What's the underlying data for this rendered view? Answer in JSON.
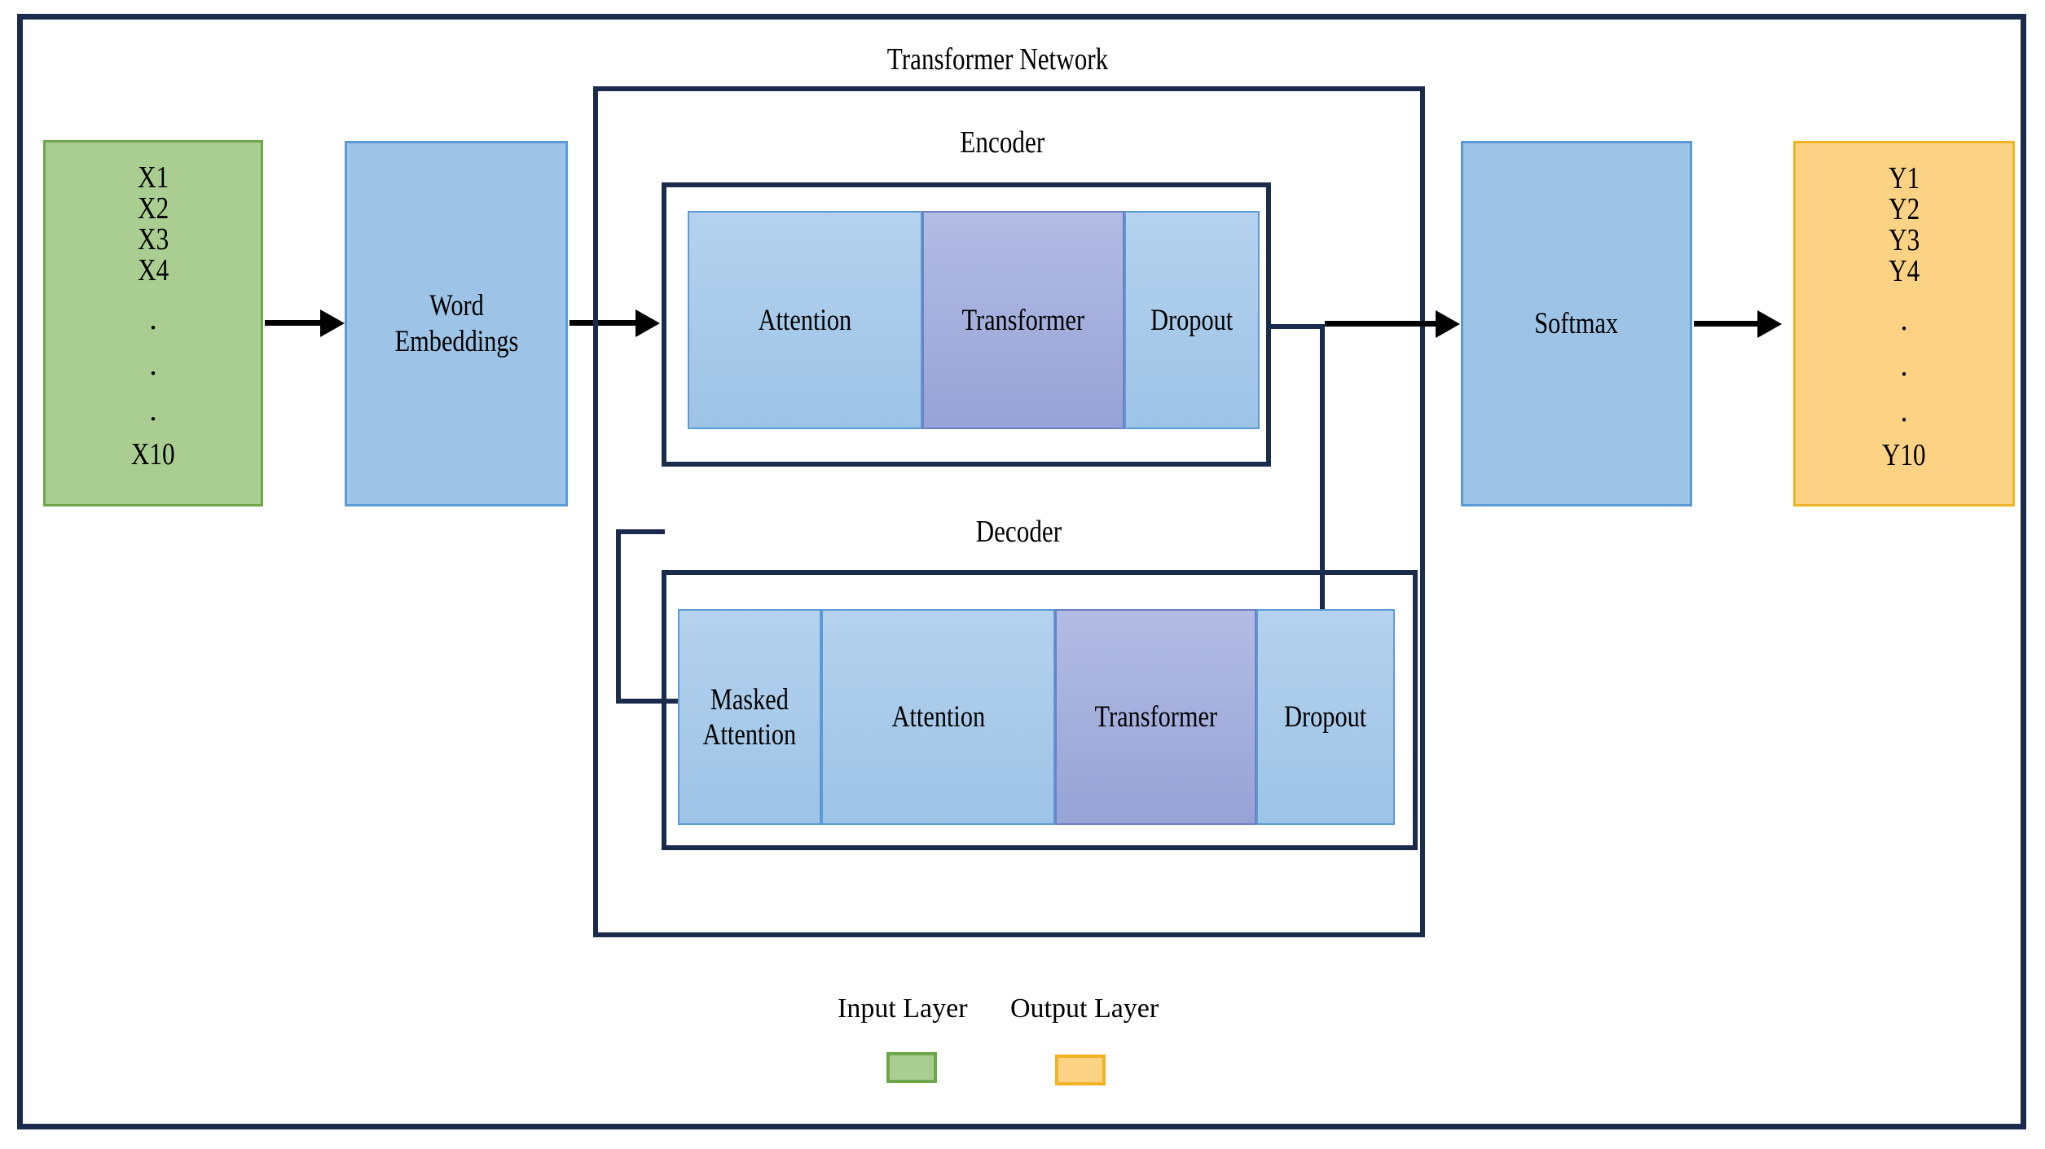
{
  "diagram": {
    "title": "Transformer Network",
    "frame_color": "#1b2b4b"
  },
  "input_layer": {
    "name": "Input Layer",
    "items": [
      "X1",
      "X2",
      "X3",
      "X4",
      ".",
      ".",
      ".",
      "X10"
    ],
    "fill": "#AACD92",
    "stroke": "#6FA648"
  },
  "word_embeddings": {
    "label": "Word\nEmbeddings",
    "fill": "#9DC3E6",
    "stroke": "#5B9BD5"
  },
  "transformer_network": {
    "title": "Transformer Network",
    "encoder": {
      "title": "Encoder",
      "cells": [
        {
          "label": "Attention",
          "fill": "#9DC3E6"
        },
        {
          "label": "Transformer",
          "fill": "#97A3D6"
        },
        {
          "label": "Dropout",
          "fill": "#9DC3E6"
        }
      ]
    },
    "decoder": {
      "title": "Decoder",
      "cells": [
        {
          "label": "Masked\nAttention",
          "fill": "#9DC3E6"
        },
        {
          "label": "Attention",
          "fill": "#9DC3E6"
        },
        {
          "label": "Transformer",
          "fill": "#97A3D6"
        },
        {
          "label": "Dropout",
          "fill": "#9DC3E6"
        }
      ]
    }
  },
  "softmax": {
    "label": "Softmax",
    "fill": "#9DC3E6",
    "stroke": "#5B9BD5"
  },
  "output_layer": {
    "name": "Output Layer",
    "items": [
      "Y1",
      "Y2",
      "Y3",
      "Y4",
      ".",
      ".",
      ".",
      "Y10"
    ],
    "fill": "#FCD385",
    "stroke": "#F0B323"
  },
  "legend": {
    "entries": [
      {
        "label": "Input Layer",
        "color": "#AACD92"
      },
      {
        "label": "Output Layer",
        "color": "#FCD385"
      }
    ]
  }
}
